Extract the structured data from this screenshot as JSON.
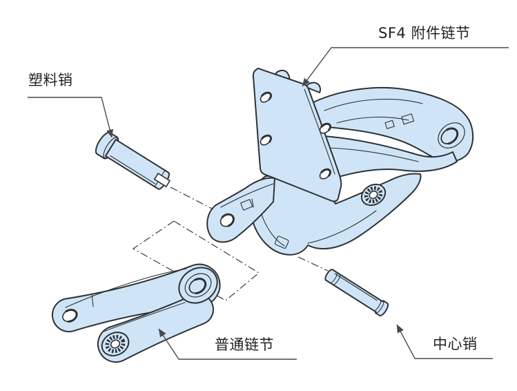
{
  "figure": {
    "type": "exploded-assembly-diagram",
    "callouts": [
      {
        "id": "sf4-attachment-link",
        "text": "SF4 附件链节"
      },
      {
        "id": "plastic-pin",
        "text": "塑料销"
      },
      {
        "id": "ordinary-link",
        "text": "普通链节"
      },
      {
        "id": "center-pin",
        "text": "中心销"
      }
    ],
    "colors": {
      "background": "#ffffff",
      "part_fill": "#cfe5f7",
      "outline": "#2e3134",
      "line": "#46494d",
      "text": "#1e2023"
    }
  }
}
